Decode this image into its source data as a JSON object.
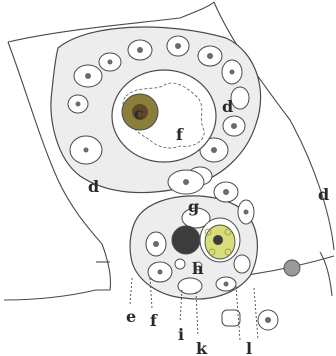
{
  "figure": {
    "labels": {
      "c": "c",
      "f_upper": "f",
      "d_inner": "d",
      "d_left": "d",
      "d_right": "d",
      "g": "g",
      "h": "h",
      "e": "e",
      "f_lower": "f",
      "i": "i",
      "k": "k",
      "l": "l"
    },
    "colors": {
      "line": "#4a4a4a",
      "cell_fill": "#ededed",
      "nucleus_c": "#8b7d3a",
      "nucleus_c_core": "#5c4a2a",
      "nucleus_yellow": "#d8dc7a",
      "nucleus_dark": "#3c3c3c",
      "nucleus_grey": "#9a9a9a"
    }
  }
}
